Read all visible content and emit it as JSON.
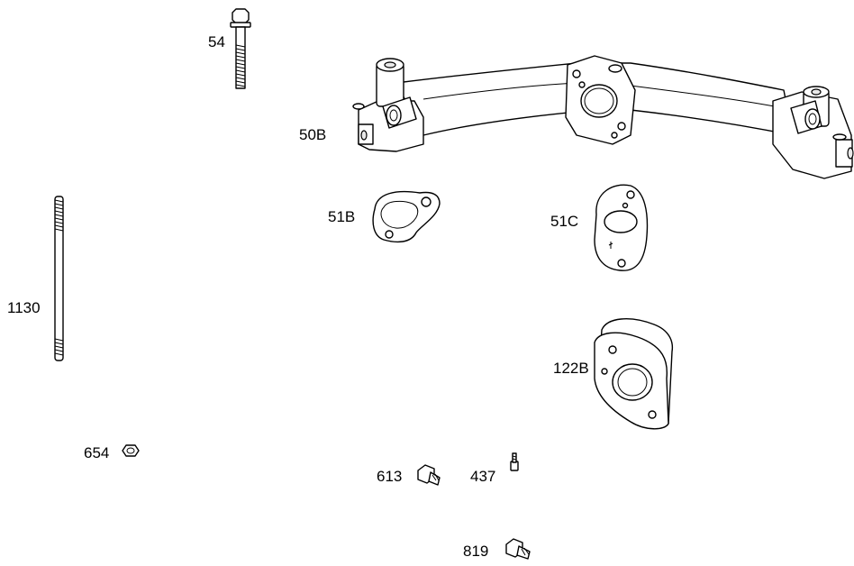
{
  "parts": [
    {
      "id": "p54",
      "label": "54"
    },
    {
      "id": "p50B",
      "label": "50B"
    },
    {
      "id": "p51B",
      "label": "51B"
    },
    {
      "id": "p51C",
      "label": "51C"
    },
    {
      "id": "p1130",
      "label": "1130"
    },
    {
      "id": "p122B",
      "label": "122B"
    },
    {
      "id": "p654",
      "label": "654"
    },
    {
      "id": "p613",
      "label": "613"
    },
    {
      "id": "p437",
      "label": "437"
    },
    {
      "id": "p819",
      "label": "819"
    }
  ]
}
